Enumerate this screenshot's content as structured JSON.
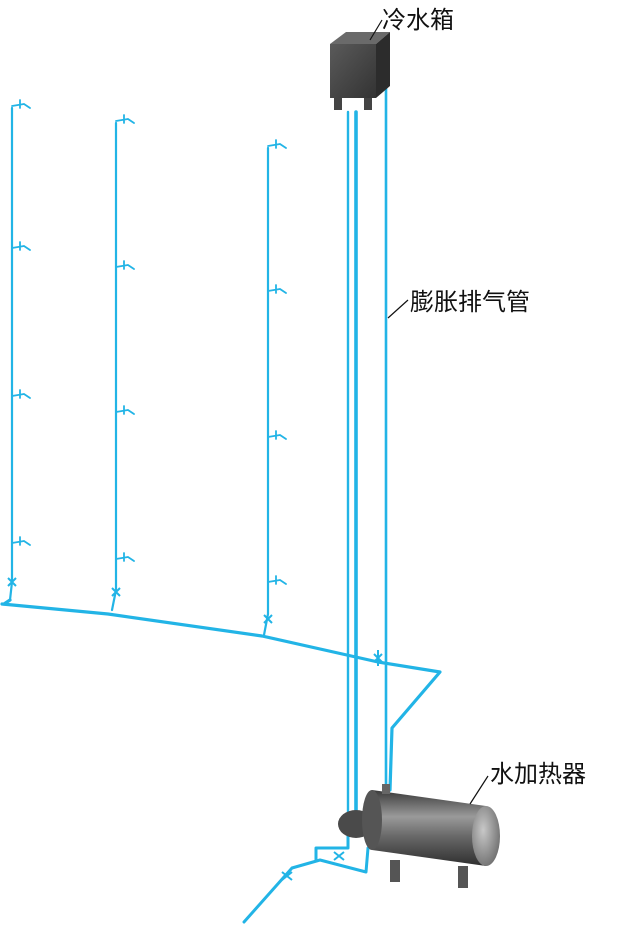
{
  "labels": {
    "cold_tank": "冷水箱",
    "vent_pipe": "膨胀排气管",
    "water_heater": "水加热器"
  },
  "colors": {
    "pipe": "#22b4e6",
    "pipe_dark": "#1296c8",
    "equipment": "#5a5a5a",
    "leader": "#111111"
  },
  "risers": [
    {
      "name": "riser-1",
      "fixtures": 4
    },
    {
      "name": "riser-2",
      "fixtures": 4
    },
    {
      "name": "riser-3",
      "fixtures": 4
    }
  ]
}
